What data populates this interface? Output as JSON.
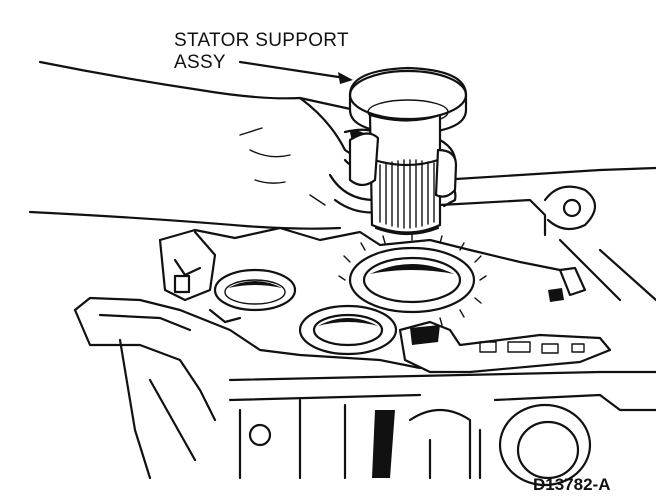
{
  "callout": {
    "line1": "STATOR SUPPORT",
    "line2": "ASSY"
  },
  "reference_code": "D13782-A",
  "icons": {
    "hand": "hand-illustration",
    "part": "stator-support-illustration",
    "case": "transmission-case-illustration"
  }
}
